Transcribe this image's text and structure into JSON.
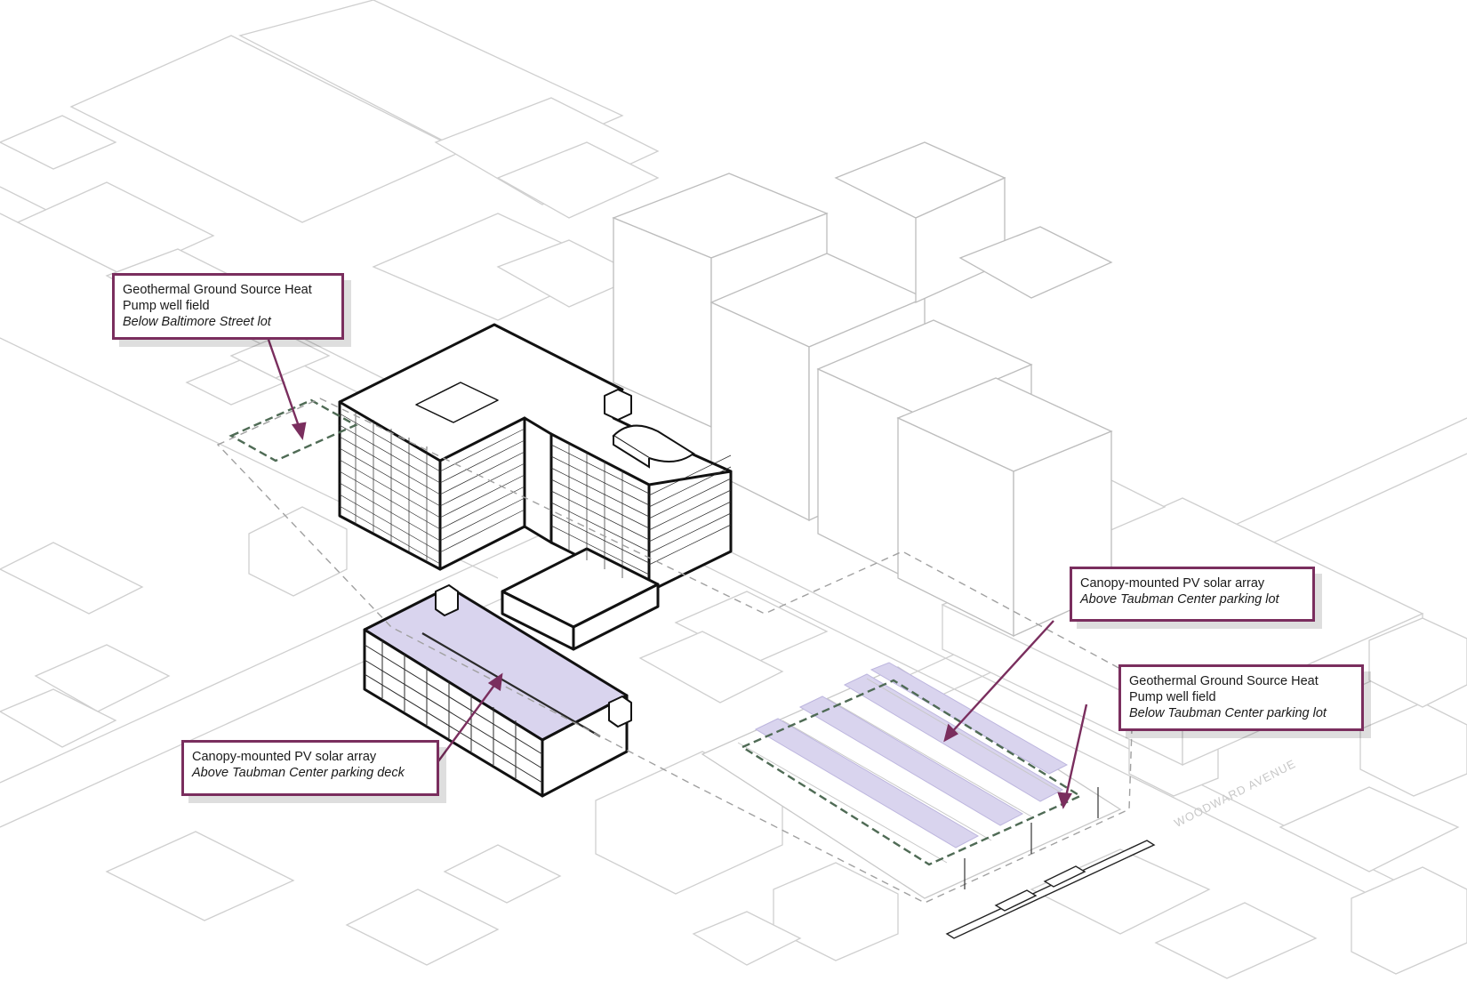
{
  "colors": {
    "accent": "#7a2e5e",
    "solar_fill": "#d9d4ee",
    "context_stroke": "#cfcfcf",
    "building_stroke": "#111111",
    "wellfield_dash": "#4f6b55"
  },
  "callouts": [
    {
      "id": "geothermal-baltimore",
      "title_line1": "Geothermal Ground Source Heat",
      "title_line2": "Pump well field",
      "subtitle": "Below Baltimore Street lot"
    },
    {
      "id": "pv-lot",
      "title_line1": "Canopy-mounted PV solar array",
      "title_line2": "",
      "subtitle": "Above Taubman Center parking lot"
    },
    {
      "id": "geothermal-taubman",
      "title_line1": "Geothermal Ground Source Heat",
      "title_line2": "Pump well field",
      "subtitle": "Below Taubman Center parking lot"
    },
    {
      "id": "pv-deck",
      "title_line1": "Canopy-mounted PV solar array",
      "title_line2": "",
      "subtitle": "Above Taubman Center parking deck"
    }
  ],
  "street_labels": {
    "woodward": "WOODWARD AVENUE"
  }
}
